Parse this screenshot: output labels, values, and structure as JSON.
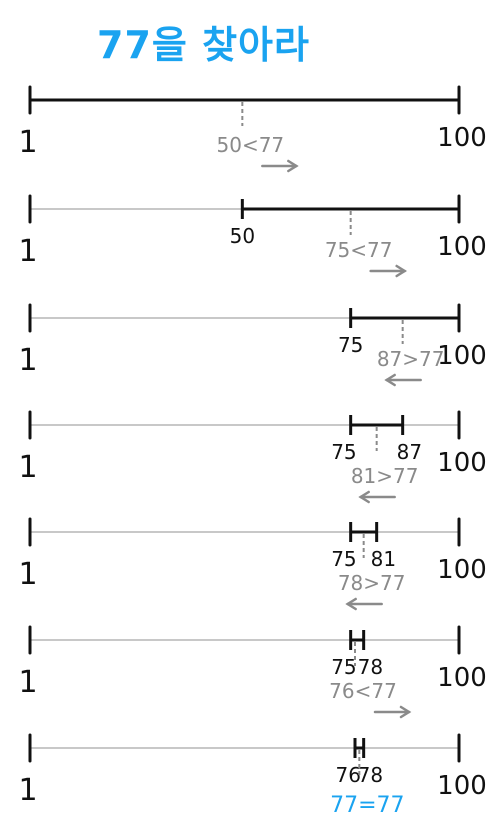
{
  "title": "77을  찾아라",
  "colors": {
    "title": "#1aa3f0",
    "ink": "#111111",
    "hint": "#8a8a8a",
    "base": "#c8c8c8",
    "answer": "#1aa3f0"
  },
  "steps": [
    {
      "low": 1,
      "high": 100,
      "endpoint_labels": [
        "1",
        "100"
      ],
      "mid": 50,
      "compare": "50<77",
      "direction": "right"
    },
    {
      "low": 50,
      "high": 100,
      "endpoint_labels": [
        "1",
        "50",
        "100"
      ],
      "mid": 75,
      "compare": "75<77",
      "direction": "right"
    },
    {
      "low": 75,
      "high": 100,
      "endpoint_labels": [
        "1",
        "75",
        "100"
      ],
      "mid": 87,
      "compare": "87>77",
      "direction": "left"
    },
    {
      "low": 75,
      "high": 87,
      "endpoint_labels": [
        "1",
        "75",
        "87",
        "100"
      ],
      "mid": 81,
      "compare": "81>77",
      "direction": "left"
    },
    {
      "low": 75,
      "high": 81,
      "endpoint_labels": [
        "1",
        "75",
        "81",
        "100"
      ],
      "mid": 78,
      "compare": "78>77",
      "direction": "left"
    },
    {
      "low": 75,
      "high": 78,
      "endpoint_labels": [
        "1",
        "75",
        "78",
        "100"
      ],
      "mid": 76,
      "compare": "76<77",
      "direction": "right"
    },
    {
      "low": 76,
      "high": 78,
      "endpoint_labels": [
        "1",
        "76",
        "78",
        "100"
      ],
      "mid": 77,
      "compare": "77=77",
      "direction": "found"
    }
  ]
}
